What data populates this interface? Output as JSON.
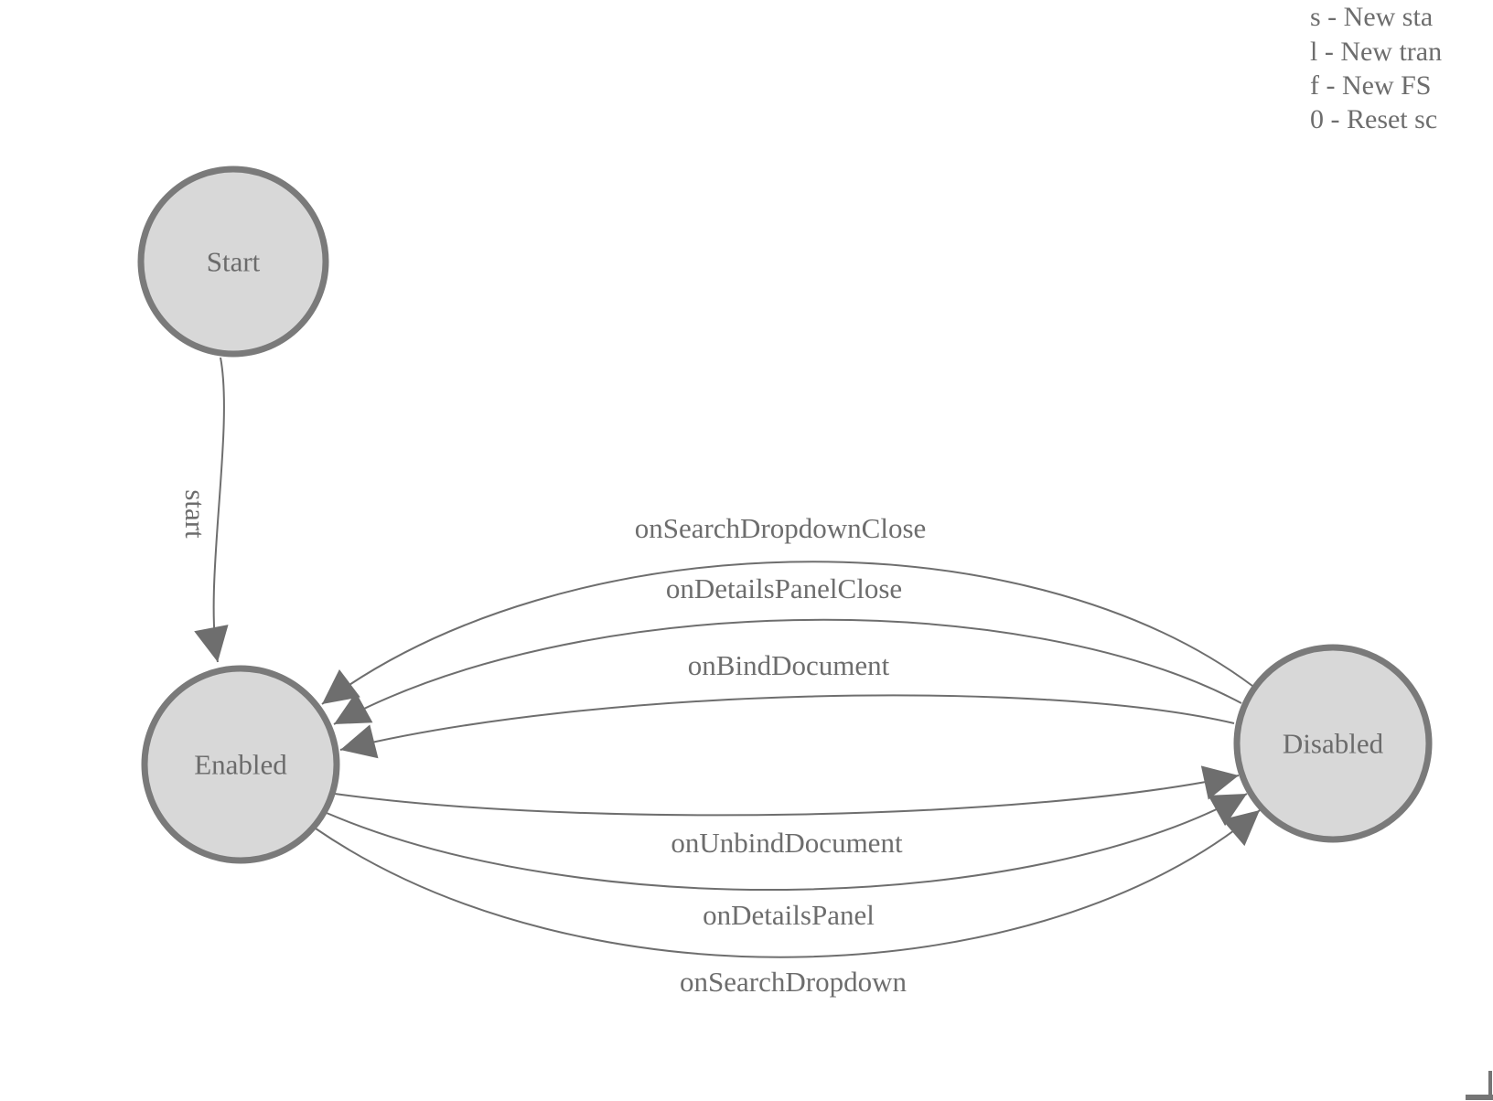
{
  "colors": {
    "background": "#ffffff",
    "node_fill": "#d8d8d8",
    "node_stroke": "#7a7a7a",
    "edge_stroke": "#6e6e6e",
    "arrowhead": "#6e6e6e",
    "label_text": "#6d6d6d",
    "corner_shape": "#757575"
  },
  "legend": {
    "lines": [
      "s - New sta",
      "l - New tran",
      "f - New FS",
      "0 - Reset sc"
    ]
  },
  "diagram": {
    "nodes": [
      {
        "id": "start",
        "label": "Start"
      },
      {
        "id": "enabled",
        "label": "Enabled"
      },
      {
        "id": "disabled",
        "label": "Disabled"
      }
    ],
    "edges": [
      {
        "label": "start",
        "from": "Start",
        "to": "Enabled"
      },
      {
        "label": "onSearchDropdownClose",
        "from": "Disabled",
        "to": "Enabled"
      },
      {
        "label": "onDetailsPanelClose",
        "from": "Disabled",
        "to": "Enabled"
      },
      {
        "label": "onBindDocument",
        "from": "Disabled",
        "to": "Enabled"
      },
      {
        "label": "onUnbindDocument",
        "from": "Enabled",
        "to": "Disabled"
      },
      {
        "label": "onDetailsPanel",
        "from": "Enabled",
        "to": "Disabled"
      },
      {
        "label": "onSearchDropdown",
        "from": "Enabled",
        "to": "Disabled"
      }
    ]
  }
}
